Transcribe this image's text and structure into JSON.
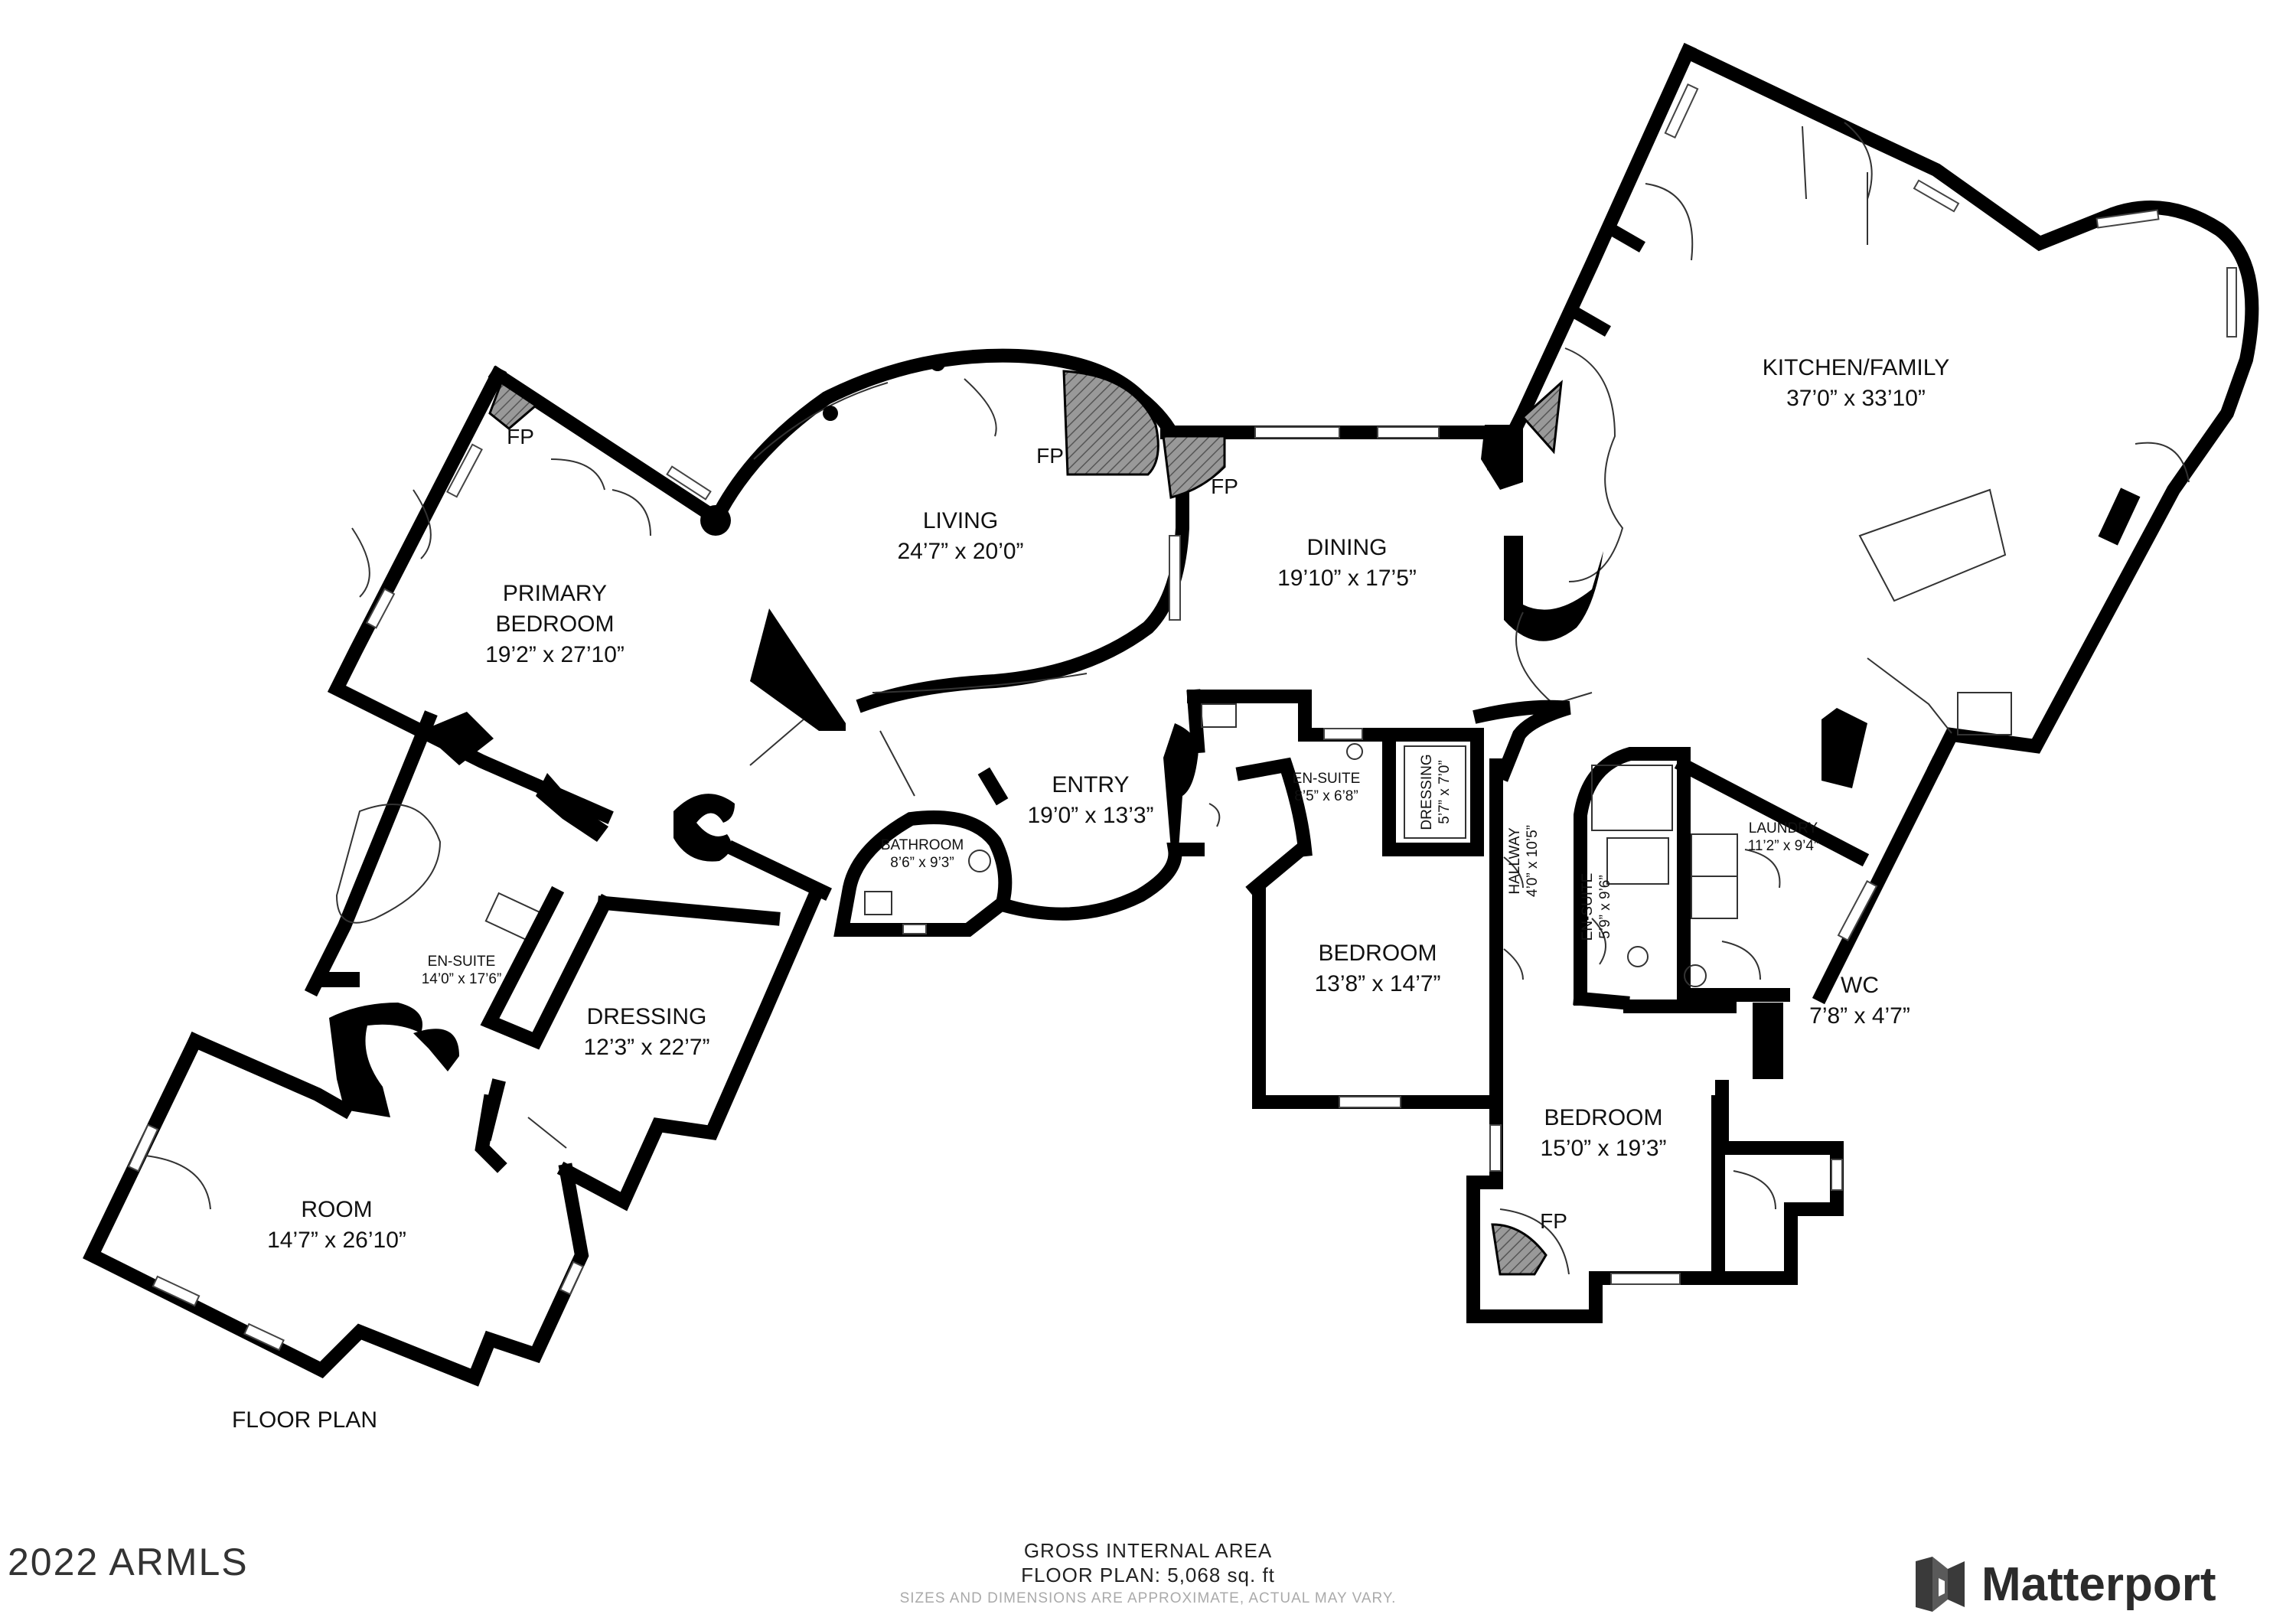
{
  "rooms": {
    "kitchen": {
      "name": "KITCHEN/FAMILY",
      "dims": "37’0” x 33’10”"
    },
    "living": {
      "name": "LIVING",
      "dims": "24’7” x 20’0”"
    },
    "dining": {
      "name": "DINING",
      "dims": "19’10” x 17’5”"
    },
    "primary": {
      "name1": "PRIMARY",
      "name2": "BEDROOM",
      "dims": "19’2” x 27’10”"
    },
    "entry": {
      "name": "ENTRY",
      "dims": "19’0” x 13’3”"
    },
    "bathroom": {
      "name": "BATHROOM",
      "dims": "8’6” x 9’3”"
    },
    "ensuite_small": {
      "name": "EN-SUITE",
      "dims": "8’5” x 6’8”"
    },
    "dressing_small": {
      "name": "DRESSING",
      "dims": "5’7” x 7’0”"
    },
    "hallway": {
      "name": "HALLWAY",
      "dims": "4’0” x 10’5”"
    },
    "ensuite_vertical": {
      "name": "EN-SUITE",
      "dims": "5’9” x 9’6”"
    },
    "laundry": {
      "name": "LAUNDRY",
      "dims": "11’2” x 9’4”"
    },
    "wc": {
      "name": "WC",
      "dims": "7’8” x 4’7”"
    },
    "bedroom_center": {
      "name": "BEDROOM",
      "dims": "13’8” x 14’7”"
    },
    "bedroom_right": {
      "name": "BEDROOM",
      "dims": "15’0” x 19’3”"
    },
    "ensuite_primary": {
      "name": "EN-SUITE",
      "dims": "14’0” x 17’6”"
    },
    "dressing": {
      "name": "DRESSING",
      "dims": "12’3” x 22’7”"
    },
    "room": {
      "name": "ROOM",
      "dims": "14’7” x 26’10”"
    }
  },
  "fireplace_label": "FP",
  "floor_plan_label": "FLOOR PLAN",
  "footer": {
    "title": "GROSS INTERNAL AREA",
    "area": "FLOOR PLAN: 5,068 sq. ft",
    "note": "SIZES AND DIMENSIONS ARE APPROXIMATE, ACTUAL MAY VARY."
  },
  "copyright": "2022 ARMLS",
  "brand": "Matterport"
}
